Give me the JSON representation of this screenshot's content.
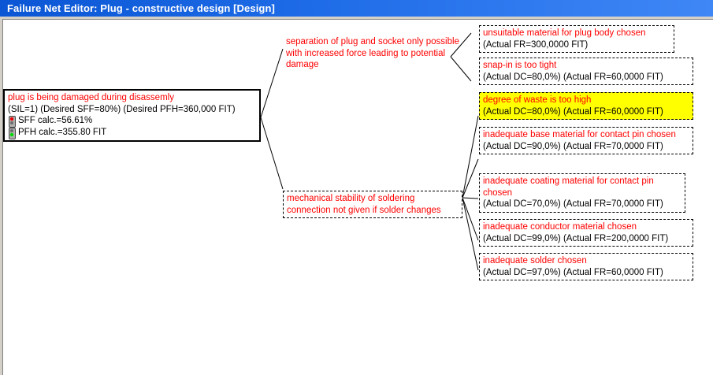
{
  "window": {
    "title": "Failure Net Editor: Plug - constructive design [Design]"
  },
  "root_node": {
    "title": "plug is being damaged during disassemly",
    "params": "(SIL=1) (Desired SFF=80%) (Desired PFH=360,000 FIT)",
    "metrics": [
      {
        "icon": "traffic-light-red-icon",
        "label": "SFF calc.=56.61%",
        "state": "red"
      },
      {
        "icon": "traffic-light-green-icon",
        "label": "PFH calc.=355.80 FIT",
        "state": "green"
      }
    ]
  },
  "mid_nodes": [
    {
      "title": "separation of plug and socket only possible with increased force leading to potential damage",
      "sub": ""
    },
    {
      "title": "mechanical stability of soldering connection not given if solder changes",
      "sub": ""
    }
  ],
  "leaf_nodes": [
    {
      "title": "unsuitable material for plug body chosen",
      "sub": "(Actual FR=300,0000 FIT)",
      "highlighted": false
    },
    {
      "title": "snap-in is too tight",
      "sub": "(Actual DC=80,0%) (Actual FR=60,0000 FIT)",
      "highlighted": false
    },
    {
      "title": "degree of waste is too high",
      "sub": "(Actual DC=80,0%) (Actual FR=60,0000 FIT)",
      "highlighted": true
    },
    {
      "title": "inadequate base material for contact pin chosen",
      "sub": "(Actual DC=90,0%) (Actual FR=70,0000 FIT)",
      "highlighted": false
    },
    {
      "title": "inadequate coating material for contact pin chosen",
      "sub": "(Actual DC=70,0%) (Actual FR=70,0000 FIT)",
      "highlighted": false
    },
    {
      "title": "inadequate conductor material chosen",
      "sub": "(Actual DC=99,0%) (Actual FR=200,0000 FIT)",
      "highlighted": false
    },
    {
      "title": "inadequate solder chosen",
      "sub": "(Actual DC=97,0%) (Actual FR=60,0000 FIT)",
      "highlighted": false
    }
  ],
  "colors": {
    "node_text": "#ff0000",
    "detail_text": "#000000",
    "highlight_bg": "#ffff00",
    "titlebar_start": "#0a56d4",
    "titlebar_end": "#3f87f6"
  }
}
